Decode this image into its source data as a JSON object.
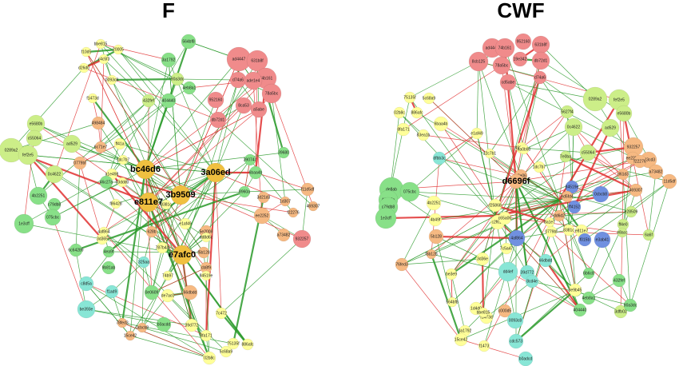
{
  "titles": {
    "left": "F",
    "right": "CWF"
  },
  "colors": {
    "red": "#f08b8b",
    "orange": "#f6b982",
    "yellow": "#ffff99",
    "lime": "#ccee88",
    "green": "#88e088",
    "cyan": "#88e6d6",
    "blue": "#7090e0",
    "gold": "#f0c040",
    "edge_red": "#e03030",
    "edge_green": "#2a9a2a"
  },
  "hubs": {
    "left": [
      "bc46d6",
      "3a06ed",
      "3b9509",
      "e811e7",
      "e7afc0"
    ],
    "right": [
      "d6696f"
    ]
  },
  "labels": {
    "left": [
      "bbe815",
      "20005",
      "f10d5",
      "c4c5f3",
      "d26d0",
      "0093c8",
      "f1473d",
      "564bf8",
      "3a1792",
      "90a3dc",
      "4eb8a1",
      "432fef",
      "404440",
      "ad4447",
      "631b8f",
      "74b161",
      "d74a6",
      "ade1e4",
      "78a5bc",
      "952160",
      "8ca53",
      "a5abe",
      "db72d1",
      "498484",
      "ff41a",
      "6c71e7",
      "1dc7b7",
      "0779bf",
      "e5680b",
      "c55064",
      "ad529",
      "0289a2",
      "fef2e5",
      "0c4622",
      "a1e498",
      "f86428",
      "4b2251",
      "46c27a",
      "03ddd0",
      "c79db8",
      "075cbc",
      "1e3cff",
      "390747",
      "39680",
      "3d21d3",
      "8960a",
      "f11d5df",
      "1d307",
      "ee2252",
      "f22276",
      "469307",
      "a73482",
      "932257",
      "6c64289",
      "3d365",
      "4af864",
      "4ea9f",
      "9b81ab",
      "628b",
      "5e2008",
      "f5b128",
      "787b4a",
      "8381c",
      "e1af49",
      "dd8d6c",
      "325aa",
      "74b97",
      "cb8f9",
      "de7ac0",
      "84519e",
      "c8d5a",
      "f1ad9",
      "be393e",
      "0e0609",
      "66dbdd",
      "b0acdd",
      "78fed3",
      "0cbcb8",
      "15ce42",
      "7c472",
      "39d772",
      "8fa171",
      "75135f",
      "5c68a9",
      "02b8c",
      "886afc",
      "6baa4b",
      "83ea1b",
      "ef53"
    ],
    "right": [
      "ad4447",
      "74b161",
      "952160",
      "631b8f",
      "8cb125",
      "db72d1",
      "78a5bc",
      "19e342",
      "d74a6",
      "cd5abe",
      "75135f",
      "5c68a9",
      "02b8c",
      "886afc",
      "8fa171",
      "6baa4b",
      "83ea1b",
      "e1af49",
      "5627f4",
      "0289a2",
      "fef2e5",
      "e5680b",
      "0c4622",
      "ad529",
      "c55064",
      "932257",
      "c43cd3",
      "ee2252",
      "f22276",
      "d61d3",
      "a73482",
      "11d5df",
      "469307",
      "dfbb3c",
      "12c7b1",
      "498484",
      "ea0b90",
      "1dc7b7",
      "7e0ba",
      "de8ab",
      "075cbc",
      "46c27a",
      "c79db8",
      "1e3cff",
      "4b2251",
      "f25868",
      "c2f617",
      "c65a06",
      "8381c",
      "e811e7",
      "0779bf",
      "8a1e7",
      "a8e06",
      "4b49f",
      "5b128",
      "f5b128",
      "76fed3",
      "3d36e",
      "4af864",
      "7c5a47",
      "be3e9",
      "dd4ef",
      "39d772",
      "8cd4e",
      "66dbdd",
      "7ce34",
      "6b6c8",
      "8e9b45",
      "f9d4",
      "1d4d0",
      "f1473d",
      "bbe815",
      "3dfb02",
      "404440",
      "4eb8a1",
      "432fef",
      "90a3dc",
      "564bf8",
      "3a1792",
      "15ce42",
      "f1473",
      "c000d5",
      "0093c8",
      "cdc573",
      "b0adcd",
      "84519e",
      "0cbcb8",
      "e28509",
      "ff4e0",
      "e8acc",
      "6a6f",
      "ff4152",
      "f015b",
      "e3ab41",
      "dd6d2",
      "ed5fd4",
      "9e0d4",
      "2a7e9"
    ]
  }
}
